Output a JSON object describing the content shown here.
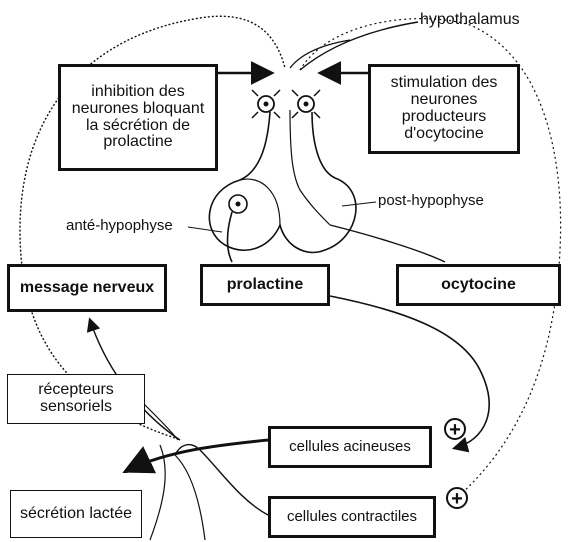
{
  "labels": {
    "hypothalamus": "hypothalamus",
    "ante_hypophyse": "anté-hypophyse",
    "post_hypophyse": "post-hypophyse"
  },
  "boxes": {
    "inhibition": "inhibition des neurones bloquant la sécrétion de prolactine",
    "stimulation": "stimulation des neurones producteurs d'ocytocine",
    "message_nerveux": "message nerveux",
    "prolactine": "prolactine",
    "ocytocine": "ocytocine",
    "recepteurs": "récepteurs sensoriels",
    "cellules_acineuses": "cellules acineuses",
    "secretion_lactee": "sécrétion lactée",
    "cellules_contractiles": "cellules contractiles"
  },
  "symbols": {
    "plus_1": "+",
    "plus_2": "+"
  }
}
